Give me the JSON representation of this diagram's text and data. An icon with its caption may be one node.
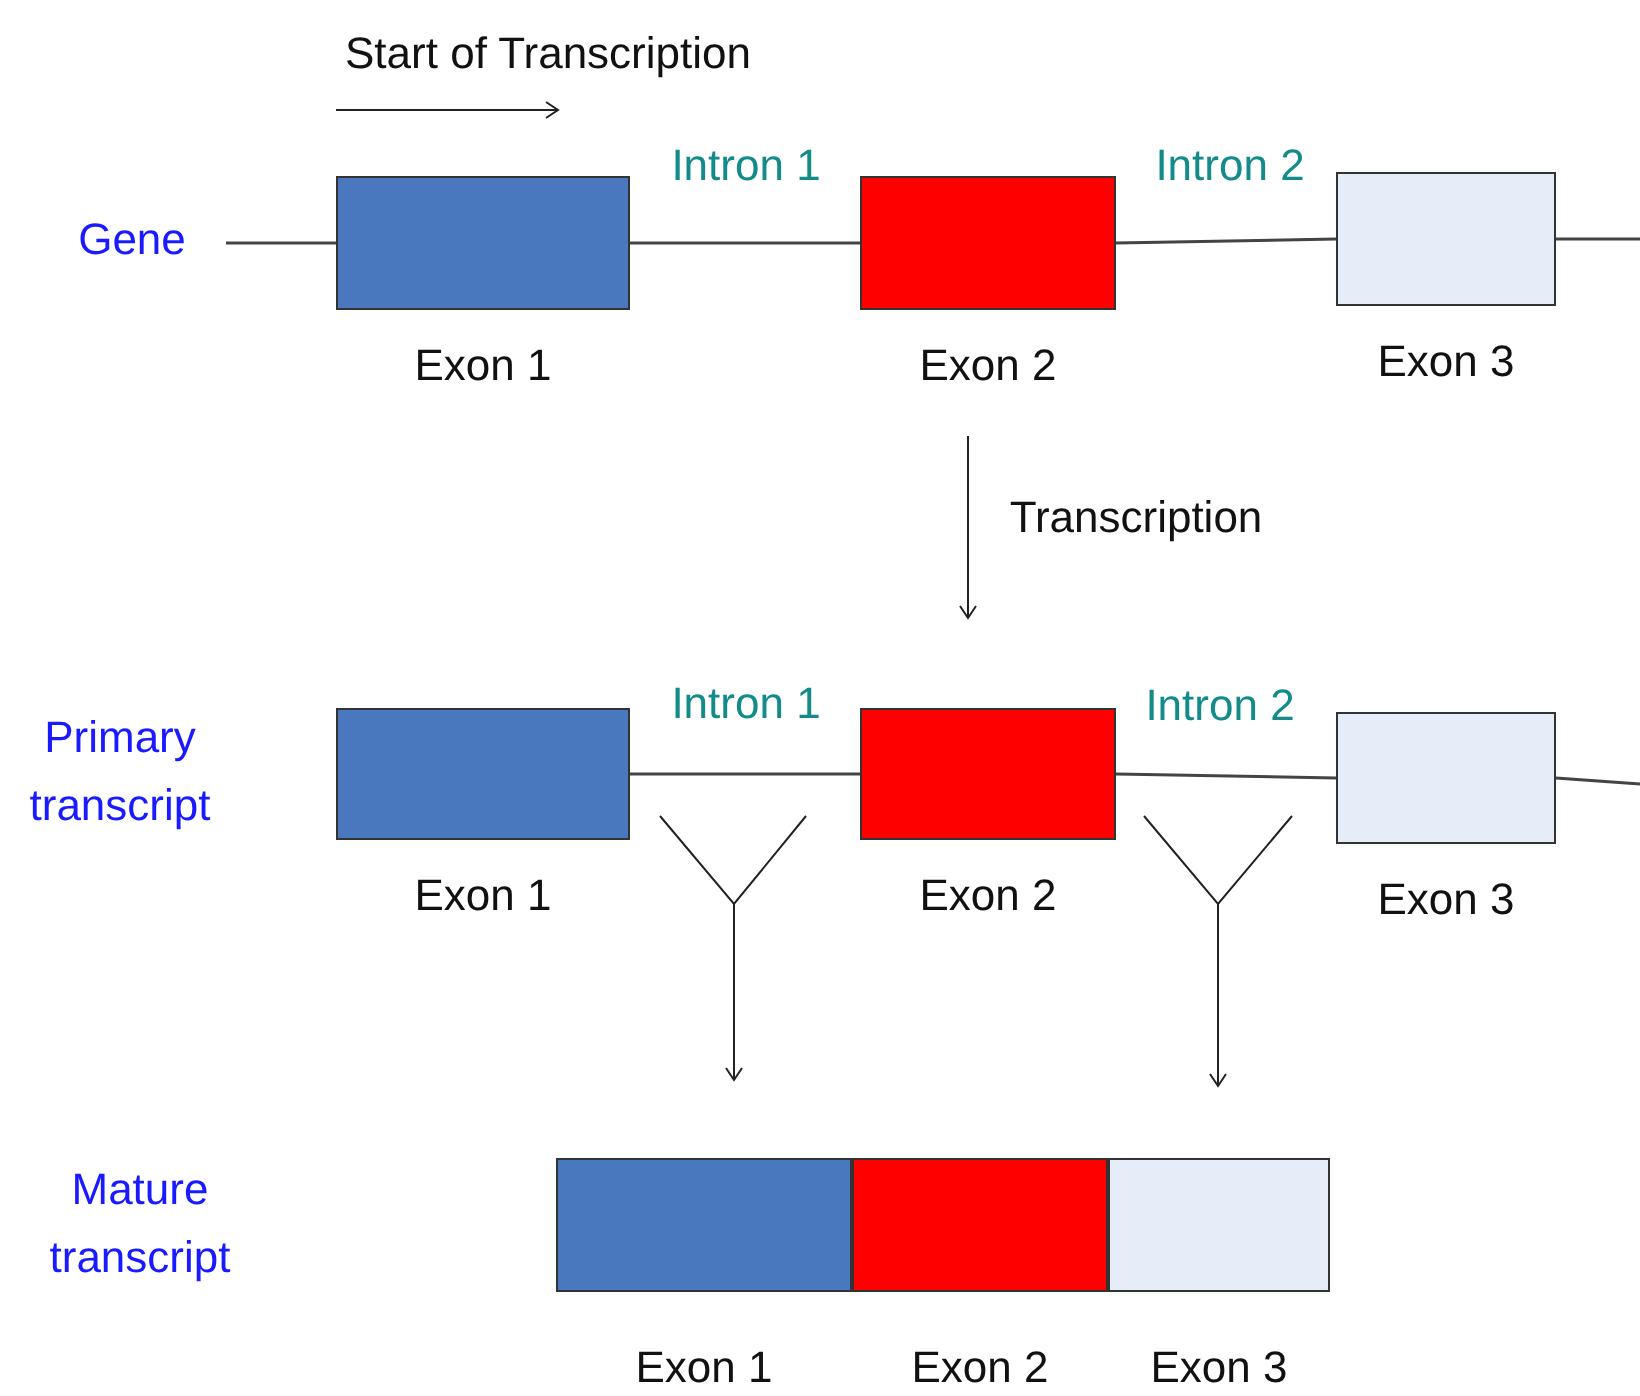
{
  "diagram": {
    "nodes": [
      {
        "text": [
          "Exon 1"
        ]
      },
      {
        "text": [
          "Exon 2"
        ]
      },
      {
        "text": [
          "Exon 3"
        ]
      },
      {
        "text": [
          "Exon 1"
        ]
      },
      {
        "text": [
          "Exon 2"
        ]
      },
      {
        "text": [
          "Exon 3"
        ]
      },
      {
        "text": [
          "Exon 1"
        ]
      },
      {
        "text": [
          "Exon 2"
        ]
      },
      {
        "text": [
          "Exon 3"
        ]
      }
    ],
    "edges": [
      {
        "from": null,
        "to": 0,
        "arrow": "none"
      },
      {
        "from": 0,
        "to": 1,
        "arrow": "none"
      },
      {
        "from": 1,
        "to": 2,
        "arrow": "none"
      },
      {
        "from": 2,
        "to": null,
        "arrow": "none"
      },
      {
        "from": 3,
        "to": 4,
        "arrow": "none"
      },
      {
        "from": 4,
        "to": 5,
        "arrow": "none"
      },
      {
        "from": 5,
        "to": null,
        "arrow": "none"
      }
    ],
    "labels": [
      "Start of Transcription",
      "Gene",
      "Intron 1",
      "Intron 2",
      "Transcription",
      "Primary transcript",
      "Intron 1",
      "Intron 2",
      "Mature transcript"
    ]
  }
}
